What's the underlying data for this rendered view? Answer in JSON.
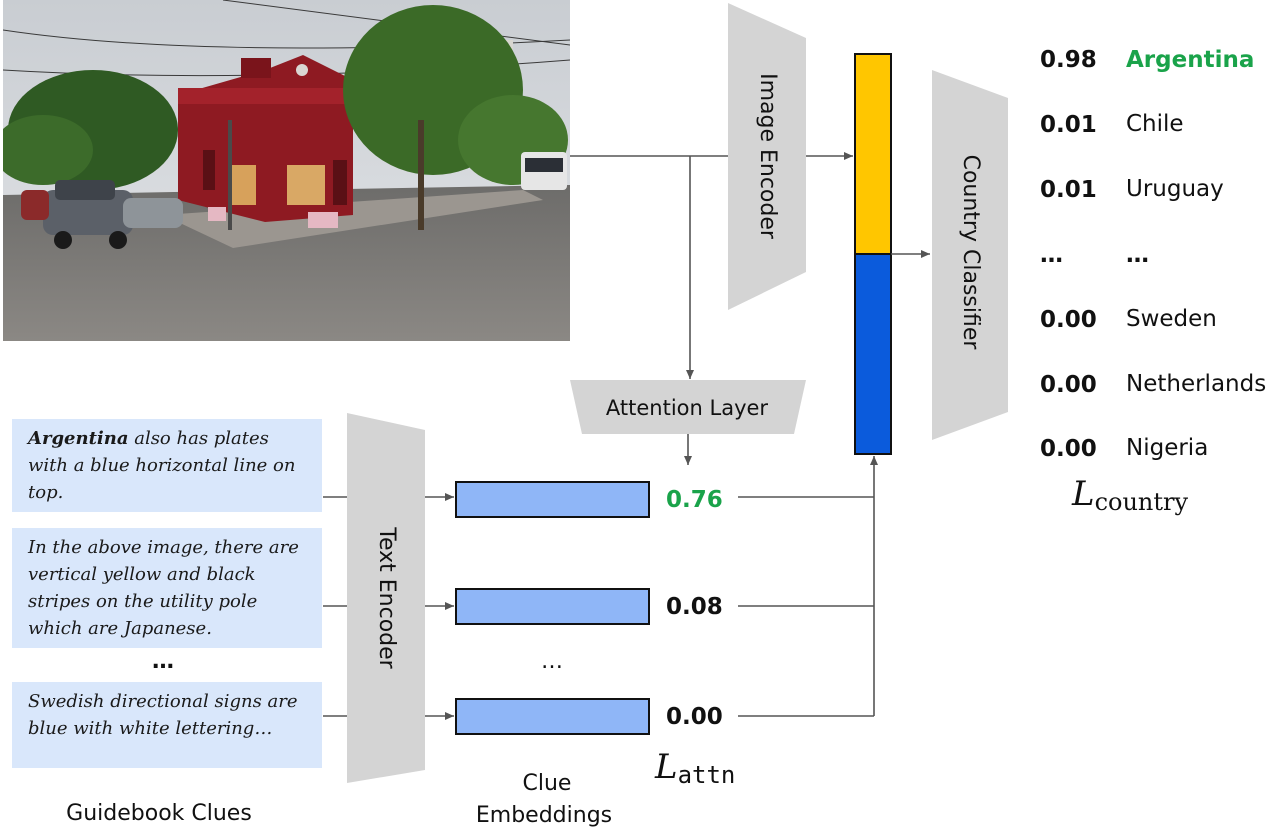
{
  "diagram": {
    "image_encoder_label": "Image Encoder",
    "country_classifier_label": "Country Classifier",
    "attention_layer_label": "Attention Layer",
    "text_encoder_label": "Text Encoder",
    "guidebook_clues_label": "Guidebook Clues",
    "clue_embeddings_label_line1": "Clue",
    "clue_embeddings_label_line2": "Embeddings",
    "loss_country_main": "L",
    "loss_country_sub": "country",
    "loss_attn_main": "L",
    "loss_attn_sub": "attn",
    "ellipsis": "…",
    "colors": {
      "highlight_green": "#1aa34a",
      "yellow": "#ffc600",
      "blue": "#0b5bdc",
      "embedding_blue": "#8fb6f7",
      "gray_block": "#d4d4d4",
      "clue_bg": "#d9e7fb"
    }
  },
  "clues": [
    {
      "bold": "Argentina",
      "text": " also has plates with a blue horizontal line on top."
    },
    {
      "bold": "",
      "text": "In the above image, there are vertical yellow and black stripes on the utility pole which are Japanese."
    },
    {
      "bold": "",
      "text": "Swedish directional signs are blue with white lettering…"
    }
  ],
  "attention_scores": [
    "0.76",
    "0.08",
    "0.00"
  ],
  "predictions": [
    {
      "score": "0.98",
      "country": "Argentina"
    },
    {
      "score": "0.01",
      "country": "Chile"
    },
    {
      "score": "0.01",
      "country": "Uruguay"
    },
    {
      "score": "…",
      "country": "…"
    },
    {
      "score": "0.00",
      "country": "Sweden"
    },
    {
      "score": "0.00",
      "country": "Netherlands"
    },
    {
      "score": "0.00",
      "country": "Nigeria"
    }
  ]
}
